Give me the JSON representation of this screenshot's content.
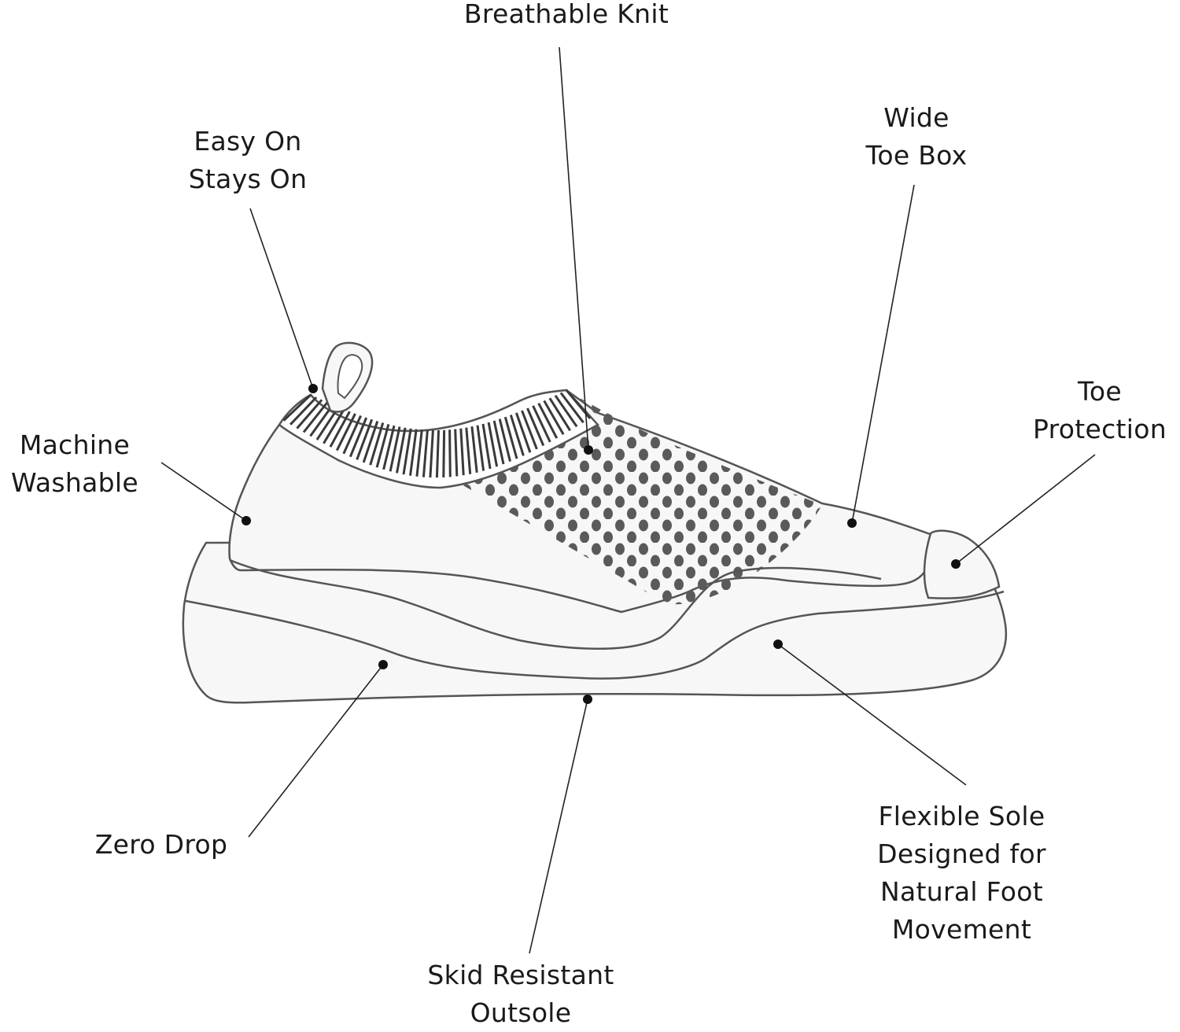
{
  "labels": {
    "breathable_knit": [
      "Breathable Knit"
    ],
    "easy_on": [
      "Easy On",
      "Stays On"
    ],
    "wide_toe_box": [
      "Wide",
      "Toe Box"
    ],
    "toe_protection": [
      "Toe",
      "Protection"
    ],
    "machine_washable": [
      "Machine",
      "Washable"
    ],
    "zero_drop": [
      "Zero Drop"
    ],
    "flexible_sole": [
      "Flexible Sole",
      "Designed for",
      "Natural Foot",
      "Movement"
    ],
    "skid_resistant": [
      "Skid Resistant",
      "Outsole"
    ]
  },
  "colors": {
    "outline": "#555555",
    "leader": "#222222",
    "fill": "#f7f7f7",
    "dots": "#5a5a5a",
    "text": "#1a1a1a"
  }
}
